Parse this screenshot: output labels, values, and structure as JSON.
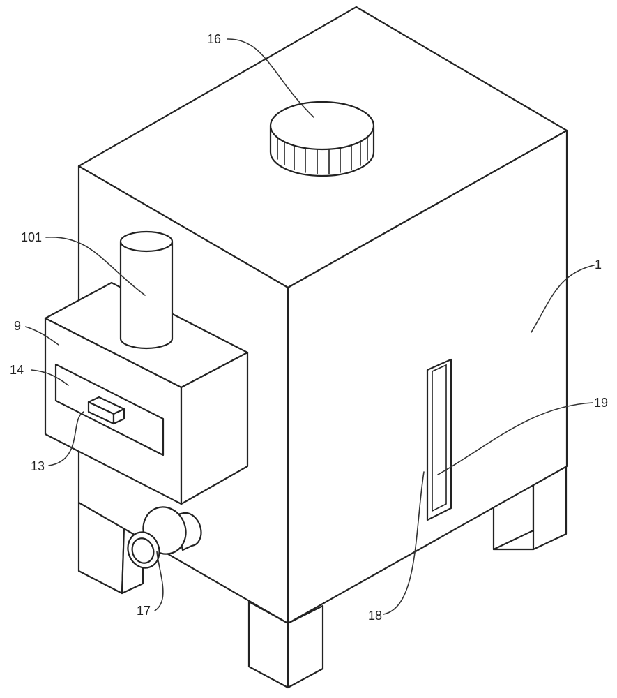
{
  "labels": {
    "lid": "16",
    "chimney": "101",
    "body": "1",
    "box": "9",
    "slot": "14",
    "handle": "13",
    "window": "19",
    "window_edge": "18",
    "outlet": "17"
  }
}
